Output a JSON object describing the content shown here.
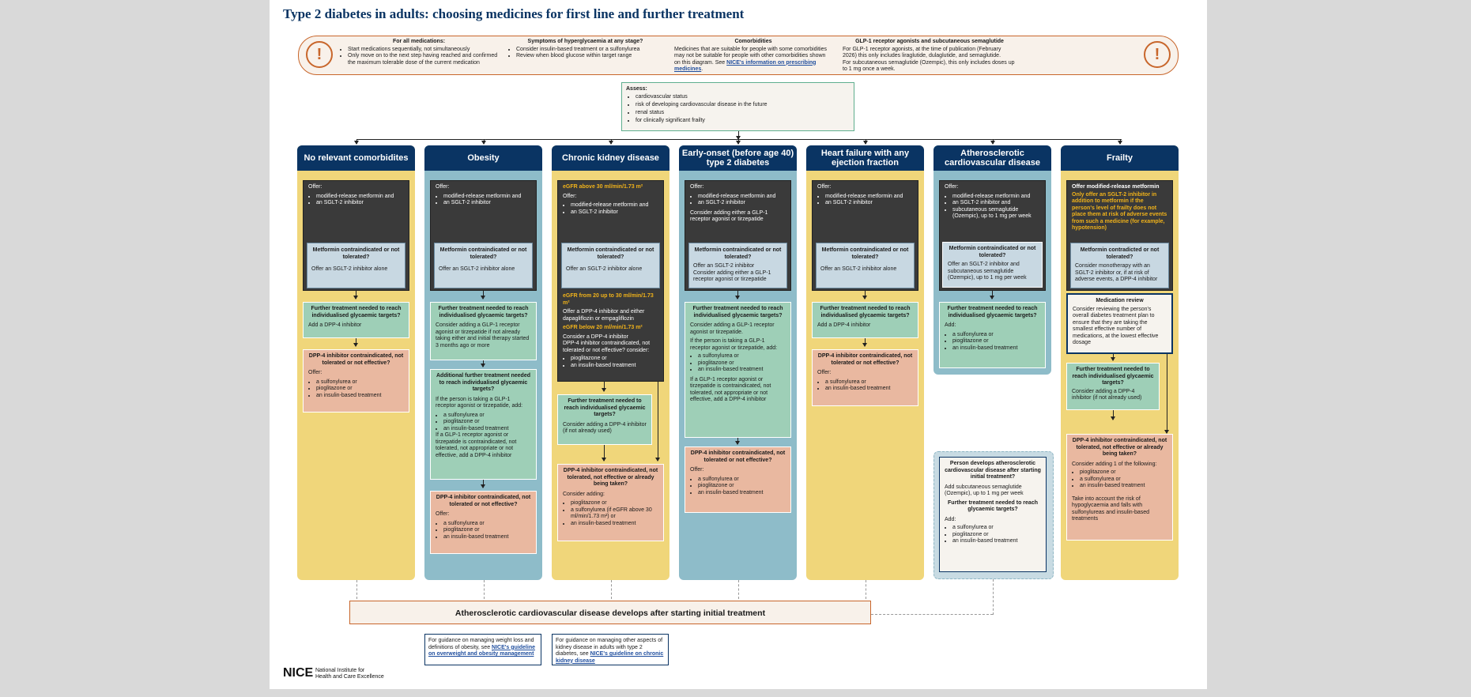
{
  "title": "Type 2 diabetes in adults: choosing medicines for first line and further treatment",
  "banner": {
    "icon": "exclamation-icon",
    "col1": {
      "heading": "For all medications:",
      "items": [
        "Start medications sequentially, not simultaneously",
        "Only move on to the next step having reached and confirmed the maximum tolerable dose of the current medication"
      ]
    },
    "col2": {
      "heading": "Symptoms of hyperglycaemia at any stage?",
      "items": [
        "Consider insulin-based treatment or a sulfonylurea",
        "Review when blood glucose within target range"
      ]
    },
    "col3": {
      "heading": "Comorbidities",
      "text": "Medicines that are suitable for people with some comorbidities may not be suitable for people with other comorbidities shown on this diagram. See ",
      "link": "NICE's information on prescribing medicines",
      "end": "."
    },
    "col4": {
      "heading": "GLP-1 receptor agonists and subcutaneous semaglutide",
      "text1": "For GLP-1 receptor agonists, at the time of publication (February 2026) this only includes liraglutide, dulaglutide, and semaglutide.",
      "text2": "For subcutaneous semaglutide (Ozempic), this only includes doses up to 1 mg once a week."
    }
  },
  "assess": {
    "heading": "Assess:",
    "items": [
      "cardiovascular status",
      "risk of developing cardiovascular disease in the future",
      "renal status",
      "for clinically significant frailty"
    ]
  },
  "columns": {
    "c1": {
      "title": "No relevant comorbidites",
      "offer": "Offer:",
      "offer_items": [
        "modified-release metformin and",
        "an SGLT-2 inhibitor"
      ],
      "mc_heading": "Metformin contraindicated or not tolerated?",
      "mc_text": "Offer an SGLT-2 inhibitor alone",
      "ft_heading": "Further treatment needed to reach individualised glycaemic targets?",
      "ft_text": "Add a DPP-4 inhibitor",
      "dpp_heading": "DPP-4 inhibitor contraindicated, not tolerated or not effective?",
      "dpp_offer": "Offer:",
      "dpp_items": [
        "a sulfonylurea or",
        "pioglitazone or",
        "an insulin-based treatment"
      ]
    },
    "c2": {
      "title": "Obesity",
      "offer": "Offer:",
      "offer_items": [
        "modified-release metformin and",
        "an SGLT-2 inhibitor"
      ],
      "mc_heading": "Metformin contraindicated or not tolerated?",
      "mc_text": "Offer an SGLT-2 inhibitor alone",
      "ft_heading": "Further treatment needed to reach individualised glycaemic targets?",
      "ft_text": "Consider adding a GLP-1 receptor agonist or tirzepatide if not already taking either and initial therapy started 3 months ago or more",
      "aft_heading": "Additional further treatment needed to reach individualised glycaemic targets?",
      "aft_text": "If the person is taking a GLP-1 receptor agonist or tirzepatide, add:",
      "aft_items": [
        "a sulfonylurea or",
        "pioglitazone or",
        "an insulin-based treatment"
      ],
      "aft_text2": "If a GLP-1 receptor agonist or tirzepatide is contraindicated, not tolerated, not appropriate or not effective, add a DPP-4 inhibitor",
      "dpp_heading": "DPP-4 inhibitor contraindicated, not tolerated or not effective?",
      "dpp_offer": "Offer:",
      "dpp_items": [
        "a sulfonylurea or",
        "pioglitazone or",
        "an insulin-based treatment"
      ]
    },
    "c3": {
      "title": "Chronic kidney disease",
      "egfr1": "eGFR above 30 ml/min/1.73 m²",
      "offer": "Offer:",
      "offer_items": [
        "modified-release metformin and",
        "an SGLT-2 inhibitor"
      ],
      "mc_heading": "Metformin contraindicated or not tolerated?",
      "mc_text": "Offer an SGLT-2 inhibitor alone",
      "egfr2": "eGFR from 20 up to 30 ml/min/1.73 m²",
      "egfr2_text": "Offer a DPP-4 inhibitor and either dapagliflozin or empagliflozin",
      "egfr3": "eGFR below 20 ml/min/1.73 m²",
      "egfr3_text1": "Consider a DPP-4 inhibitor",
      "egfr3_text2": "DPP-4 inhibitor contraindicated, not tolerated or not effective? consider:",
      "egfr3_items": [
        "pioglitazone or",
        "an insulin-based treatment"
      ],
      "ft_heading": "Further treatment needed to reach individualised glycaemic targets?",
      "ft_text": "Consider adding a DPP-4 inhibitor (if not already used)",
      "dpp_heading": "DPP-4 inhibitor contraindicated, not tolerated, not effective or already being taken?",
      "dpp_offer": "Consider adding:",
      "dpp_items": [
        "pioglitazone or",
        "a sulfonylurea (if eGFR above 30 ml/min/1.73 m²) or",
        "an insulin-based treatment"
      ]
    },
    "c4": {
      "title": "Early-onset (before age 40) type 2 diabetes",
      "offer": "Offer:",
      "offer_items": [
        "modified-release metformin and",
        "an SGLT-2 inhibitor"
      ],
      "offer_text": "Consider adding either a GLP-1 receptor agonist or tirzepatide",
      "mc_heading": "Metformin contraindicated or not tolerated?",
      "mc_text1": "Offer an SGLT-2 inhibitor",
      "mc_text2": "Consider adding either a GLP-1 receptor agonist or tirzepatide",
      "ft_heading": "Further treatment needed to reach individualised glycaemic targets?",
      "ft_text": "Consider adding a GLP-1 receptor agonist or tirzepatide.",
      "ft_text2": "If the person is taking a GLP-1 receptor agonist or tirzepatide, add:",
      "ft_items": [
        "a sulfonylurea or",
        "pioglitazone or",
        "an insulin-based treatment"
      ],
      "ft_text3": "If a GLP-1 receptor agonist or tirzepatide is contraindicated, not tolerated, not appropriate or not effective, add a DPP-4 inhibitor",
      "dpp_heading": "DPP-4 inhibitor contraindicated, not tolerated or not effective?",
      "dpp_offer": "Offer:",
      "dpp_items": [
        "a sulfonylurea or",
        "pioglitazone or",
        "an insulin-based treatment"
      ]
    },
    "c5": {
      "title": "Heart failure with any ejection fraction",
      "offer": "Offer:",
      "offer_items": [
        "modified-release metformin and",
        "an SGLT-2 inhibitor"
      ],
      "mc_heading": "Metformin contraindicated or not tolerated?",
      "mc_text": "Offer an SGLT-2 inhibitor alone",
      "ft_heading": "Further treatment needed to reach individualised glycaemic targets?",
      "ft_text": "Add a DPP-4 inhibitor",
      "dpp_heading": "DPP-4 inhibitor contraindicated, not tolerated or not effective?",
      "dpp_offer": "Offer:",
      "dpp_items": [
        "a sulfonylurea or",
        "an insulin-based treatment"
      ]
    },
    "c6": {
      "title": "Atherosclerotic cardiovascular disease",
      "offer": "Offer:",
      "offer_items": [
        "modified-release metformin and",
        "an SGLT-2 inhibitor and",
        "subcutaneous semaglutide (Ozempic), up to 1 mg per week"
      ],
      "mc_heading": "Metformin contraindicated or not tolerated?",
      "mc_text": "Offer an SGLT-2 inhibitor and subcutaneous semaglutide (Ozempic), up to 1 mg per week",
      "ft_heading": "Further treatment needed to reach individualised glycaemic targets?",
      "ft_text": "Add:",
      "ft_items": [
        "a sulfonylurea or",
        "pioglitazone or",
        "an insulin-based treatment"
      ],
      "dev_heading": "Person develops atherosclerotic cardiovascular disease after starting initial treatment?",
      "dev_text": "Add subcutaneous semaglutide (Ozempic), up to 1 mg per week",
      "dev_ft_heading": "Further treatment needed to reach glycaemic targets?",
      "dev_ft_text": "Add:",
      "dev_items": [
        "a sulfonylurea or",
        "pioglitazone or",
        "an insulin-based treatment"
      ]
    },
    "c7": {
      "title": "Frailty",
      "offer": "Offer modified-release metformin",
      "offer_warn": "Only offer an SGLT-2 inhibitor in addition to metformin if the person's level of frailty does not place them at risk of adverse events from such a medicine (for example, hypotension)",
      "mc_heading": "Metformin contradicted or not tolerated?",
      "mc_text": "Consider monotherapy with an SGLT-2 inhibitor or, if at risk of adverse events, a DPP-4 inhibitor",
      "mr_heading": "Medication review",
      "mr_text": "Consider reviewing the person's overall diabetes treatment plan to ensure that they are taking the smallest effective number of medications, at the lowest effective dosage",
      "ft_heading": "Further treatment needed to reach individualised glycaemic targets?",
      "ft_text": "Consider adding a DPP-4 inhibitor (if not already used)",
      "dpp_heading": "DPP-4 inhibitor contraindicated, not tolerated, not effective or already being taken?",
      "dpp_offer": "Consider adding 1 of the following:",
      "dpp_items": [
        "pioglitazone or",
        "a sulfonylurea or",
        "an insulin-based treatment"
      ],
      "dpp_text2": "Take into account the risk of hypoglycaemia and falls with sulfonylureas and insulin-based treatments"
    }
  },
  "bottom_bar": "Atherosclerotic cardiovascular disease develops after starting initial treatment",
  "guides": [
    {
      "text": "For guidance on managing weight loss and definitions of obesity, see ",
      "link": "NICE's guideline on overweight and obesity management"
    },
    {
      "text": "For guidance on managing other aspects of kidney disease in adults with type 2 diabetes, see ",
      "link": "NICE's guideline on chronic kidney disease"
    }
  ],
  "footer": {
    "logo": "NICE",
    "org1": "National Institute for",
    "org2": "Health and Care Excellence"
  },
  "colors": {
    "navy": "#0a3463",
    "orange": "#c8662b",
    "yellow": "#f0d67a",
    "teal": "#8ebcc9",
    "green": "#9ecfb7",
    "salmon": "#e9b8a0"
  }
}
